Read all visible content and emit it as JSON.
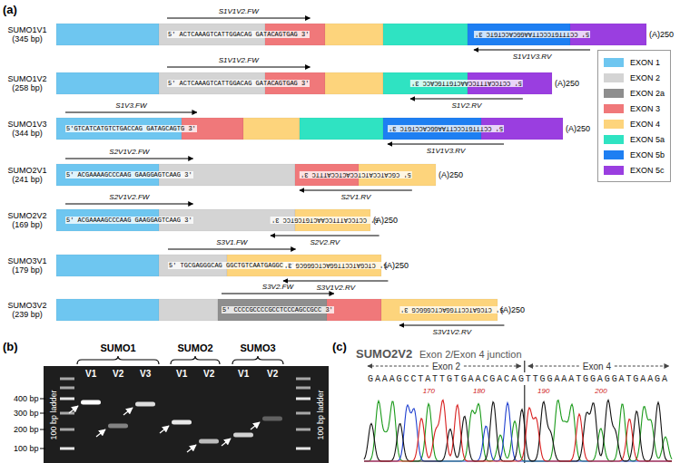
{
  "diagram": {
    "nodes": [
      {
        "text": [
          "SUMO1V1 (345 bp)",
          "S1V1V2.FW",
          "5' ACTCAAAGTCATTGGACAG GATACAGTGAG 3'",
          "5' CCTTTGTCCCTTAAGGCACCTGTC 3'",
          "S1V1V3.RV",
          "(A)250"
        ]
      },
      {
        "text": [
          "SUMO1V2 (258 bp)",
          "S1V1V2.FW",
          "5' ACTCAAAGTCATTGGACAG GATACAGTGAG 3'",
          "5' CCTCCATTTCCAACTGTTGCACC 3'",
          "S1V2.RV",
          "(A)250"
        ]
      },
      {
        "text": [
          "SUMO1V3 (344 bp)",
          "S1V3.FW",
          "5'GTCATCATGTCTGACCAG GATAGCAGTG 3'",
          "5' CCTTTGTCCCTTAAGGCACCTGTC 3'",
          "S1V1V3.RV",
          "(A)250"
        ]
      },
      {
        "text": [
          "SUMO2V1 (241 bp)",
          "S2V1V2.FW",
          "5' ACGAAAAGCCCAAG GAAGGAGTCAAG 3'",
          "5' CGCATCCATCTCCACTCCATTTC 3'",
          "S2V1.RV",
          "(A)250"
        ]
      },
      {
        "text": [
          "SUMO2V2 (169 bp)",
          "S2V1V2.FW",
          "5' ACGAAAAGCCCAAG GAAGGAGTCAAG 3'",
          "5' CCTCCATTTCCAACTGTCGTCC 3'",
          "S2V2.RV",
          "(A)250"
        ]
      },
      {
        "text": [
          "SUMO3V1 (179 bp)",
          "S3V1.FW",
          "5' TGCGAGGGCAG GGCTGTCAATGAGGC 3'",
          "5' CTCGATCCTTGGACTCGGGCG 3'",
          "S3V1V2.RV",
          "(A)250"
        ]
      },
      {
        "text": [
          "SUMO3V2 (239 bp)",
          "S3V2.FW",
          "5' CCCCGCCCCGCCTCCCAGCCGCC 3'",
          "5' CTCGATCCTTGGACTCGGGCG 3'",
          "S3V1V2.RV",
          "(A)250"
        ]
      }
    ],
    "labels": [
      "(a)",
      "(b)",
      "(c)",
      "100 bp ladder",
      "100 bp ladder",
      "SUMO1",
      "SUMO2",
      "SUMO3",
      "V1",
      "V2",
      "V3",
      "V1",
      "V2",
      "V1",
      "V2",
      "400 bp",
      "300 bp",
      "200 bp",
      "100 bp",
      "SUMO2V2",
      "Exon 2/Exon 4 junction",
      "Exon 2",
      "Exon 4",
      "GAAAGCCTATTGTGAACGACAGTTGGAAATGGAGGATGAAGA",
      "170",
      "180",
      "190",
      "200"
    ],
    "legend": [
      {
        "text": "EXON 1",
        "color": "#6ec6f0"
      },
      {
        "text": "EXON 2",
        "color": "#d4d4d4"
      },
      {
        "text": "EXON 2a",
        "color": "#8e8e8e"
      },
      {
        "text": "EXON 3",
        "color": "#f0787a"
      },
      {
        "text": "EXON 4",
        "color": "#fdd47c"
      },
      {
        "text": "EXON 5a",
        "color": "#2fe3c2"
      },
      {
        "text": "EXON 5b",
        "color": "#1e7ff2"
      },
      {
        "text": "EXON 5c",
        "color": "#9a3ee0"
      }
    ]
  }
}
